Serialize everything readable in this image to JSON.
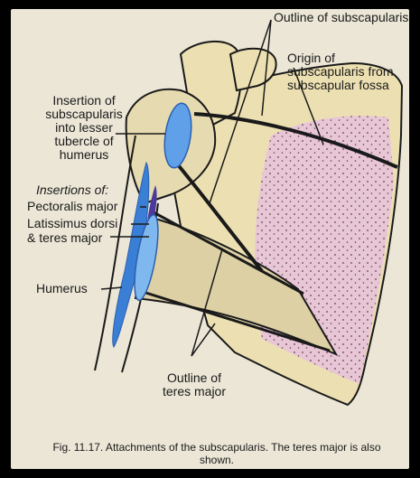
{
  "labels": {
    "outline_subscapularis": "Outline of subscapularis",
    "origin_subscapularis": "Origin of subscapularis from subscapular fossa",
    "insertion_subscapularis": "Insertion of subscapularis into lesser tubercle of humerus",
    "insertions_of": "Insertions of:",
    "pectoralis_major": "Pectoralis major",
    "latissimus_dorsi": "Latissimus dorsi",
    "teres_major": "& teres major",
    "humerus": "Humerus",
    "outline_teres_major": "Outline of teres major"
  },
  "caption": "Fig. 11.17. Attachments of the subscapularis. The teres major is also shown.",
  "colors": {
    "bone": "#ece0b2",
    "subscapularis_stipple": "#d9a8c8",
    "insertion_blue": "#3a7fd6",
    "insertion_light_blue": "#7fb8ee",
    "latissimus_purple": "#4b3a9c"
  }
}
